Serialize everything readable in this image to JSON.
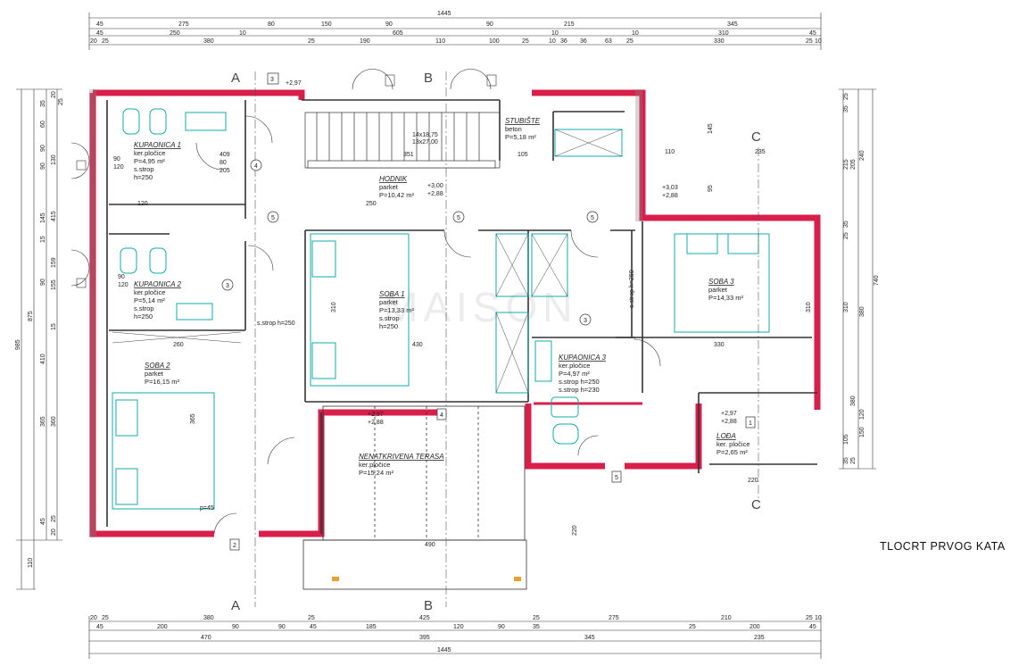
{
  "title": "TLOCRT PRVOG KATA",
  "watermark": "MAISON",
  "colors": {
    "wall_outer": "#d81e4a",
    "wall_inner": "#555555",
    "fixture": "#13a8a8",
    "line": "#333333"
  },
  "dims_top": {
    "row1": [
      "1445"
    ],
    "row2": [
      "45",
      "275",
      "80",
      "150",
      "90",
      "90",
      "215",
      "345"
    ],
    "row3": [
      "45",
      "250",
      "10",
      "605",
      "10",
      "10",
      "310",
      "45"
    ],
    "row4": [
      "20",
      "25",
      "380",
      "25",
      "190",
      "110",
      "100",
      "25",
      "10",
      "36",
      "36",
      "63",
      "25",
      "330",
      "25",
      "10"
    ]
  },
  "dims_bottom": {
    "row1": [
      "20",
      "25",
      "380",
      "25",
      "425",
      "25",
      "275",
      "210",
      "25",
      "10"
    ],
    "row2": [
      "45",
      "200",
      "90",
      "90",
      "45",
      "185",
      "120",
      "90",
      "35",
      "25",
      "200",
      "45"
    ],
    "row3": [
      "470",
      "395",
      "345",
      "235"
    ],
    "row4": [
      "1445"
    ]
  },
  "dims_left": {
    "outer": [
      "985"
    ],
    "mid": [
      "875",
      "110"
    ],
    "inner": [
      "35",
      "60",
      "90",
      "90",
      "145",
      "15",
      "90",
      "155",
      "15",
      "365",
      "45",
      "25",
      "20"
    ],
    "innermost": [
      "25",
      "20",
      "130",
      "415",
      "159",
      "410",
      "360"
    ]
  },
  "dims_right": {
    "outer": [
      "740"
    ],
    "mid": [
      "240",
      "380",
      "150"
    ],
    "inner": [
      "25",
      "35",
      "215",
      "205",
      "35",
      "25",
      "310",
      "380",
      "120",
      "105",
      "35",
      "25"
    ]
  },
  "rooms": [
    {
      "name": "KUPAONICA 1",
      "floor": "ker.pločice",
      "area": "P=4,95 m²",
      "ceil1": "s.strop",
      "ceil2": "h=250"
    },
    {
      "name": "KUPAONICA 2",
      "floor": "ker.pločice",
      "area": "P=5,14 m²",
      "ceil1": "s.strop",
      "ceil2": "h=250"
    },
    {
      "name": "HODNIK",
      "floor": "parket",
      "area": "P=10,42 m²"
    },
    {
      "name": "STUBIŠTE",
      "floor": "beton",
      "area": "P=5,18 m²"
    },
    {
      "name": "SOBA 1",
      "floor": "parket",
      "area": "P=13,33 m²",
      "ceil1": "s.strop",
      "ceil2": "h=250"
    },
    {
      "name": "SOBA 2",
      "floor": "parket",
      "area": "P=16,15 m²"
    },
    {
      "name": "SOBA 3",
      "floor": "parket",
      "area": "P=14,33 m²"
    },
    {
      "name": "KUPAONICA 3",
      "floor": "ker.pločice",
      "area": "P=4,97 m²",
      "ceil1": "s.strop h=250",
      "ceil2": "s.strop h=230"
    },
    {
      "name": "NENATKRIVENA TERASA",
      "floor": "ker.pločice",
      "area": "P=15,24 m²"
    },
    {
      "name": "LOĐA",
      "floor": "ker. pločice",
      "area": "P=2,65 m²"
    }
  ],
  "stair": {
    "spec1": "14x18,75",
    "spec2": "13x27,00",
    "n351": "351",
    "n105": "105"
  },
  "levels": [
    "+2,97",
    "+3,00",
    "+2,88",
    "+3,03",
    "+2,88",
    "+2,97",
    "+2,88",
    "+2,97",
    "+2,88"
  ],
  "sections": [
    "A",
    "A",
    "B",
    "B",
    "C",
    "C"
  ],
  "door_marks": [
    "3",
    "4",
    "5",
    "5",
    "5",
    "3",
    "3",
    "4",
    "2",
    "1",
    "5"
  ],
  "notes": {
    "strop_250": "s.strop h=250",
    "strop_250_b": "s.strop h=250",
    "p45": "p=45",
    "d409": "409",
    "d80": "80",
    "d205": "205",
    "d90a": "90",
    "d120a": "120",
    "d90b": "90",
    "d120b": "120",
    "d120c": "120",
    "d260": "260",
    "d430": "430",
    "d330": "330",
    "d490": "490",
    "d220a": "220",
    "d220b": "220",
    "d110": "110",
    "d235": "235",
    "d250": "250",
    "d310a": "310",
    "d310b": "310",
    "d365": "365",
    "d145": "145",
    "d95": "95"
  }
}
